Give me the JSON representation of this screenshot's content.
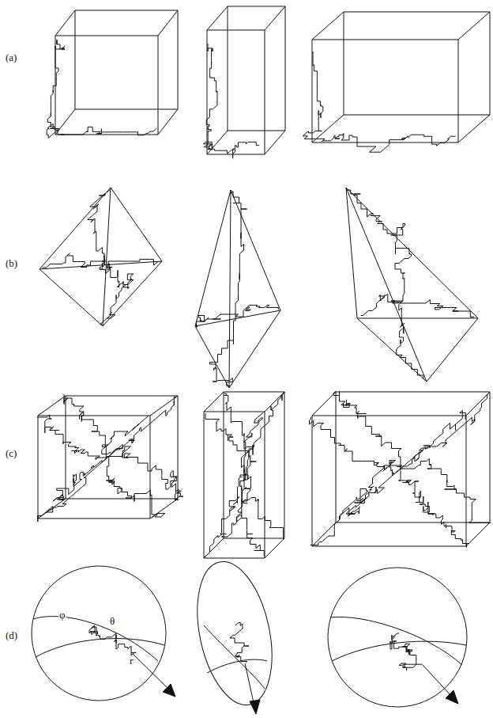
{
  "diagram": {
    "labels": [
      "(a)",
      "(b)",
      "(c)",
      "(d)",
      "φ",
      "θ",
      "r"
    ]
  }
}
